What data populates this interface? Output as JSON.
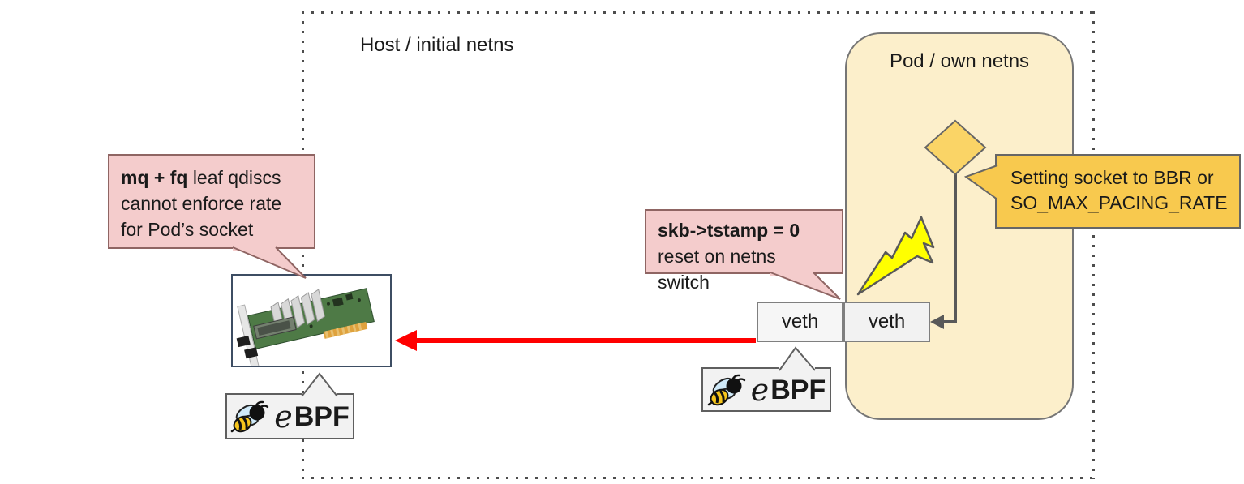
{
  "diagram": {
    "host": {
      "label": "Host / initial netns"
    },
    "pod": {
      "label": "Pod / own netns"
    },
    "nic_callout": {
      "bold": "mq + fq",
      "rest": "leaf qdiscs",
      "line2": "cannot enforce rate",
      "line3": "for Pod’s socket"
    },
    "tstamp_callout": {
      "bold": "skb->tstamp = 0",
      "line2": "reset on netns switch"
    },
    "socket_callout": {
      "line1": "Setting socket to BBR or",
      "line2": "SO_MAX_PACING_RATE"
    },
    "veth_host": {
      "label": "veth"
    },
    "veth_pod": {
      "label": "veth"
    },
    "ebpf_host_logo": {
      "e": "e",
      "bpf": "BPF"
    },
    "ebpf_pod_logo": {
      "e": "e",
      "bpf": "BPF"
    },
    "icons": {
      "bee": "ebpf-bee-icon",
      "lightning": "lightning-bolt-icon",
      "diamond": "decision-diamond-icon",
      "nic": "network-interface-card-image",
      "red_arrow": "rate-limited-traffic-arrow",
      "gray_arrow": "socket-to-veth-connector"
    },
    "colors": {
      "pink_fill": "#F4CCCC",
      "pink_stroke": "#8f6563",
      "amber_fill": "#F8C94E",
      "pod_fill": "#FCEFCB",
      "diamond_fill": "#FAD466",
      "bolt_yellow": "#FFFF00",
      "arrow_red": "#FF0000",
      "connector_gray": "#595959"
    }
  }
}
